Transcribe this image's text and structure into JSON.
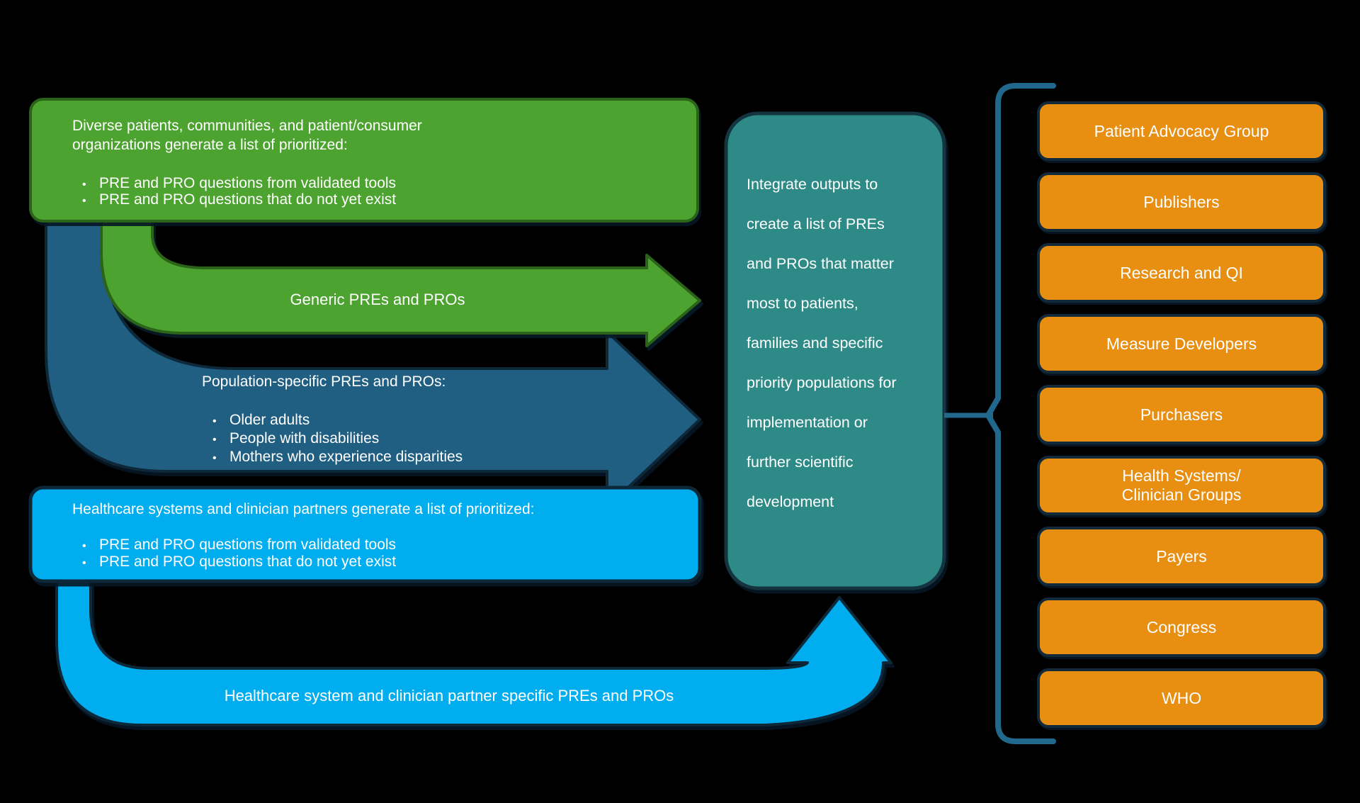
{
  "background": "#000000",
  "colors": {
    "green": "#4CA32F",
    "green_border": "#2B6318",
    "dark_blue": "#205E82",
    "navy_outline": "#0D2838",
    "cyan": "#00ADEF",
    "teal": "#2E8A86",
    "teal_border": "#143440",
    "orange": "#E88E10",
    "orange_border": "#122939",
    "brace_blue": "#20698C",
    "text": "#FFFFFF"
  },
  "glyphs": {
    "bullet": "•"
  },
  "patient_box": {
    "heading": "Diverse patients, communities, and patient/consumer\norganizations generate a list of prioritized:",
    "bullets": [
      "PRE and PRO questions from validated tools",
      "PRE and PRO questions that do not yet exist"
    ]
  },
  "generic_arrow": {
    "label": "Generic PREs and PROs"
  },
  "population_arrow": {
    "heading": "Population-specific PREs and PROs:",
    "bullets": [
      "Older adults",
      "People with disabilities",
      "Mothers who experience disparities"
    ]
  },
  "healthcare_box": {
    "heading": "Healthcare systems and clinician partners generate a list of prioritized:",
    "bullets": [
      "PRE and PRO questions from validated tools",
      "PRE and PRO questions that do not yet exist"
    ]
  },
  "healthcare_arrow": {
    "label": "Healthcare system and clinician partner specific PREs and PROs"
  },
  "integrate_box": {
    "text": "Integrate outputs to\ncreate a list of PREs\nand PROs that matter\nmost to patients,\nfamilies and specific\npriority populations for\nimplementation or\nfurther scientific\ndevelopment"
  },
  "stakeholders": [
    {
      "label": "Patient Advocacy Group"
    },
    {
      "label": "Publishers"
    },
    {
      "label": "Research and QI"
    },
    {
      "label": "Measure Developers"
    },
    {
      "label": "Purchasers"
    },
    {
      "label": "Health Systems/\nClinician Groups"
    },
    {
      "label": "Payers"
    },
    {
      "label": "Congress"
    },
    {
      "label": "WHO"
    }
  ]
}
